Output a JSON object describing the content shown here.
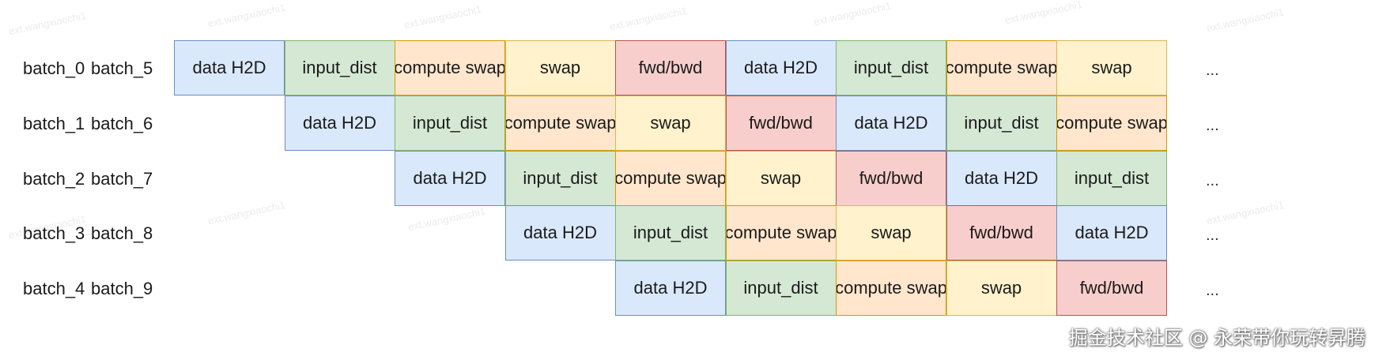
{
  "rows": [
    {
      "labels": [
        "batch_0",
        "batch_5"
      ],
      "start": 0,
      "cells": [
        "data H2D",
        "input_dist",
        "compute swap",
        "swap",
        "fwd/bwd",
        "data H2D",
        "input_dist",
        "compute swap",
        "swap"
      ]
    },
    {
      "labels": [
        "batch_1",
        "batch_6"
      ],
      "start": 1,
      "cells": [
        "data H2D",
        "input_dist",
        "compute swap",
        "swap",
        "fwd/bwd",
        "data H2D",
        "input_dist",
        "compute swap"
      ]
    },
    {
      "labels": [
        "batch_2",
        "batch_7"
      ],
      "start": 2,
      "cells": [
        "data H2D",
        "input_dist",
        "compute swap",
        "swap",
        "fwd/bwd",
        "data H2D",
        "input_dist"
      ]
    },
    {
      "labels": [
        "batch_3",
        "batch_8"
      ],
      "start": 3,
      "cells": [
        "data H2D",
        "input_dist",
        "compute swap",
        "swap",
        "fwd/bwd",
        "data H2D"
      ]
    },
    {
      "labels": [
        "batch_4",
        "batch_9"
      ],
      "start": 4,
      "cells": [
        "data H2D",
        "input_dist",
        "compute swap",
        "swap",
        "fwd/bwd"
      ]
    }
  ],
  "ellipsis": "...",
  "stage_colors": {
    "data H2D": {
      "fill": "#dae8fc",
      "stroke": "#6c8ebf"
    },
    "input_dist": {
      "fill": "#d5e8d4",
      "stroke": "#82b366"
    },
    "compute swap": {
      "fill": "#ffe6cc",
      "stroke": "#d79b00"
    },
    "swap": {
      "fill": "#fff2cc",
      "stroke": "#d6b656"
    },
    "fwd/bwd": {
      "fill": "#f8cecc",
      "stroke": "#b85450"
    }
  },
  "watermark_text": "ext.wangxiaochi1",
  "footer_watermark": "掘金技术社区 @ 永荣带你玩转昇腾"
}
